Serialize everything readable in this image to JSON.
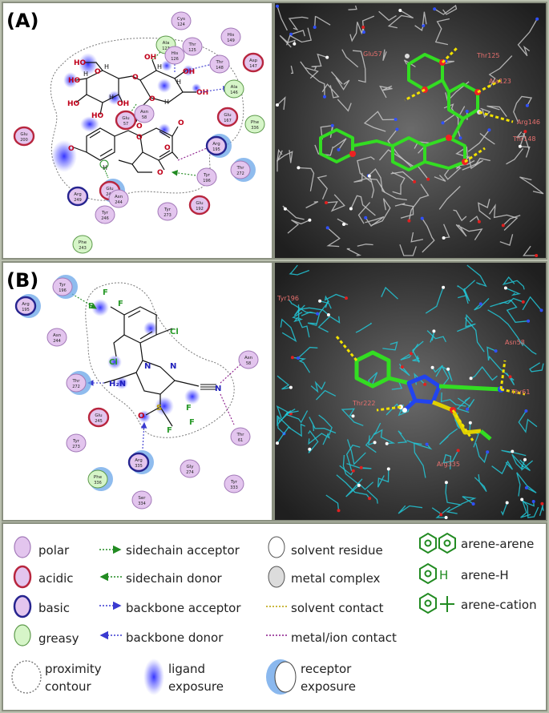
{
  "panels": {
    "a": {
      "label": "(A)",
      "residues": [
        {
          "name": "Cys",
          "num": "124",
          "type": "polar"
        },
        {
          "name": "Ala",
          "num": "123",
          "type": "greasy"
        },
        {
          "name": "Thr",
          "num": "125",
          "type": "polar"
        },
        {
          "name": "His",
          "num": "149",
          "type": "polar"
        },
        {
          "name": "His",
          "num": "126",
          "type": "polar"
        },
        {
          "name": "Thr",
          "num": "148",
          "type": "polar"
        },
        {
          "name": "Asp",
          "num": "147",
          "type": "acidic"
        },
        {
          "name": "Ala",
          "num": "146",
          "type": "greasy"
        },
        {
          "name": "Glu",
          "num": "57",
          "type": "acidic"
        },
        {
          "name": "Asn",
          "num": "58",
          "type": "polar"
        },
        {
          "name": "Glu",
          "num": "167",
          "type": "acidic"
        },
        {
          "name": "Phe",
          "num": "336",
          "type": "greasy"
        },
        {
          "name": "Glu",
          "num": "200",
          "type": "acidic"
        },
        {
          "name": "Arg",
          "num": "195",
          "type": "basic"
        },
        {
          "name": "Thr",
          "num": "272",
          "type": "polar"
        },
        {
          "name": "Tyr",
          "num": "196",
          "type": "polar"
        },
        {
          "name": "Glu",
          "num": "245",
          "type": "acidic"
        },
        {
          "name": "Arg",
          "num": "249",
          "type": "basic"
        },
        {
          "name": "Asn",
          "num": "244",
          "type": "polar"
        },
        {
          "name": "Tyr",
          "num": "246",
          "type": "polar"
        },
        {
          "name": "Tyr",
          "num": "273",
          "type": "polar"
        },
        {
          "name": "Glu",
          "num": "192",
          "type": "acidic"
        },
        {
          "name": "Phe",
          "num": "243",
          "type": "greasy"
        }
      ],
      "atoms": [
        "HO",
        "HO",
        "HO",
        "HO",
        "OH",
        "OH",
        "OH",
        "OH",
        "H",
        "H",
        "H",
        "H",
        "H",
        "H",
        "O",
        "O",
        "O",
        "O",
        "O",
        "O",
        "O",
        "O",
        "O",
        "H"
      ],
      "labels_3d": [
        "Glu57",
        "Ala123",
        "Arg146",
        "Thr148",
        "Thr125"
      ]
    },
    "b": {
      "label": "(B)",
      "residues": [
        {
          "name": "Tyr",
          "num": "196",
          "type": "polar"
        },
        {
          "name": "Arg",
          "num": "195",
          "type": "basic"
        },
        {
          "name": "Asn",
          "num": "244",
          "type": "polar"
        },
        {
          "name": "Thr",
          "num": "272",
          "type": "polar"
        },
        {
          "name": "Glu",
          "num": "245",
          "type": "acidic"
        },
        {
          "name": "Tyr",
          "num": "273",
          "type": "polar"
        },
        {
          "name": "Arg",
          "num": "335",
          "type": "basic"
        },
        {
          "name": "Phe",
          "num": "336",
          "type": "greasy"
        },
        {
          "name": "Gly",
          "num": "274",
          "type": "polar"
        },
        {
          "name": "Tyr",
          "num": "333",
          "type": "polar"
        },
        {
          "name": "Ser",
          "num": "334",
          "type": "polar"
        },
        {
          "name": "Asn",
          "num": "58",
          "type": "polar"
        },
        {
          "name": "Thr",
          "num": "61",
          "type": "polar"
        }
      ],
      "atoms": [
        "F",
        "F",
        "F",
        "Cl",
        "Cl",
        "N",
        "N",
        "H₂N",
        "N",
        "S",
        "O",
        "F",
        "F",
        "F"
      ],
      "labels_3d": [
        "Tyr196",
        "Asn58",
        "Thr222",
        "Thr61",
        "Arg335"
      ]
    }
  },
  "legend": {
    "residue_types": [
      "polar",
      "acidic",
      "basic",
      "greasy"
    ],
    "interactions": [
      "sidechain acceptor",
      "sidechain donor",
      "backbone acceptor",
      "backbone donor"
    ],
    "other": [
      "solvent residue",
      "metal complex",
      "solvent contact",
      "metal/ion contact"
    ],
    "arene": [
      "arene-arene",
      "arene-H",
      "arene-cation"
    ],
    "bottom": [
      {
        "line1": "proximity",
        "line2": "contour"
      },
      {
        "line1": "ligand",
        "line2": "exposure"
      },
      {
        "line1": "receptor",
        "line2": "exposure"
      }
    ]
  },
  "colors": {
    "polar_fill": "#e3c5ee",
    "polar_stroke": "#a279b8",
    "acidic_fill": "#e3c5ee",
    "acidic_stroke": "#b8263e",
    "basic_fill": "#e3c5ee",
    "basic_stroke": "#26248f",
    "greasy_fill": "#d6f5c8",
    "greasy_stroke": "#5d9a4b",
    "sidechain": "#228b22",
    "backbone": "#3a3ad0",
    "solvent": "#b8a000",
    "metal": "#8b1a8b",
    "exposure": "#2a2aff",
    "receptor": "#6aa6e8"
  }
}
